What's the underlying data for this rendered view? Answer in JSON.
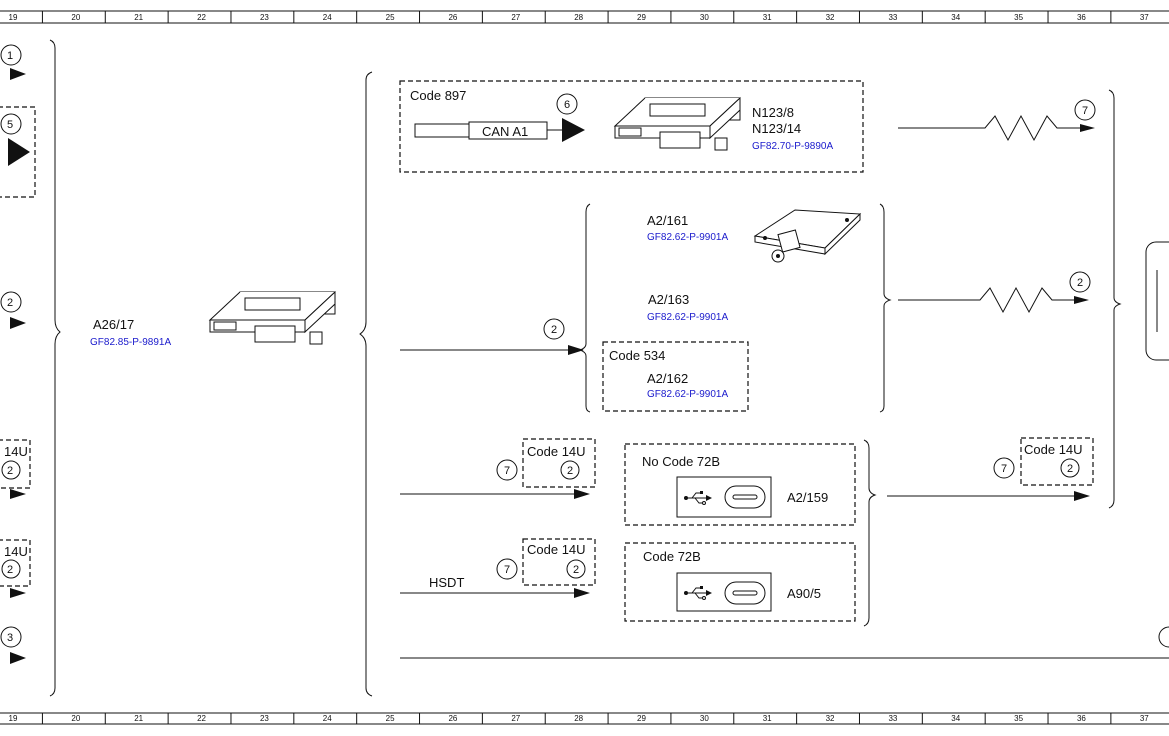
{
  "ruler": {
    "ticks": [
      "19",
      "20",
      "21",
      "22",
      "23",
      "24",
      "25",
      "26",
      "27",
      "28",
      "29",
      "30",
      "31",
      "32",
      "33",
      "34",
      "35",
      "36",
      "37"
    ]
  },
  "left_edge": {
    "markers": [
      "1",
      "5",
      "2",
      "14U",
      "2",
      "14U",
      "2",
      "3"
    ]
  },
  "modules": {
    "a26_17": {
      "label": "A26/17",
      "ref": "GF82.85-P-9891A"
    },
    "n123": {
      "label1": "N123/8",
      "label2": "N123/14",
      "ref": "GF82.70-P-9890A"
    },
    "a2_161": {
      "label": "A2/161",
      "ref": "GF82.62-P-9901A"
    },
    "a2_163": {
      "label": "A2/163",
      "ref": "GF82.62-P-9901A"
    },
    "a2_162": {
      "label": "A2/162",
      "ref": "GF82.62-P-9901A"
    },
    "a2_159": {
      "label": "A2/159"
    },
    "a90_5": {
      "label": "A90/5"
    }
  },
  "codes": {
    "c897": "Code 897",
    "c534": "Code 534",
    "c14u_a": "Code 14U",
    "c14u_b": "Code 14U",
    "c14u_c": "Code 14U",
    "no72b": "No Code 72B",
    "c72b": "Code 72B"
  },
  "wires": {
    "can": "CAN A1",
    "hsdt": "HSDT"
  },
  "markers": {
    "m6": "6",
    "m7_top": "7",
    "m2_right": "2",
    "m2_mid": "2",
    "m7_a": "7",
    "m2_a": "2",
    "m7_b": "7",
    "m2_b": "2",
    "m7_c": "7",
    "m2_c": "2"
  }
}
